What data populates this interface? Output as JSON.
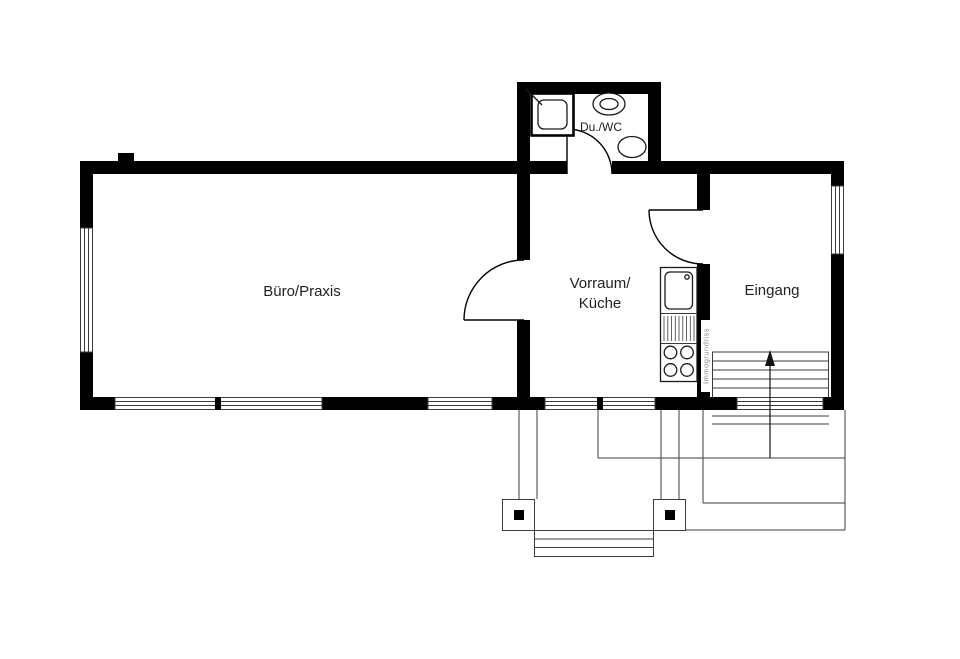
{
  "floorplan": {
    "rooms": {
      "buero": {
        "label": "Büro/Praxis"
      },
      "vorraum": {
        "label_line1": "Vorraum/",
        "label_line2": "Küche"
      },
      "eingang": {
        "label": "Eingang"
      },
      "bad": {
        "label": "Du./WC"
      }
    },
    "watermark": "Immogrundriss",
    "colors": {
      "wall": "#000000",
      "thin_line": "#3c3c3c",
      "background": "#ffffff",
      "label": "#222222",
      "watermark": "#8c8c8c"
    }
  }
}
